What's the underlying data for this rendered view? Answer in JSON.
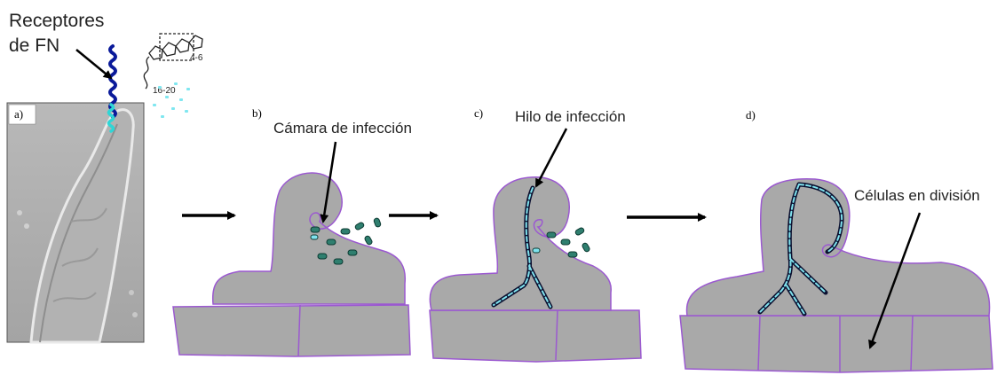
{
  "labels": {
    "receptores_line1": "Receptores",
    "receptores_line2": "de FN",
    "camara": "Cámara de infección",
    "hilo": "Hilo de infección",
    "celulas": "Células en división"
  },
  "panels": {
    "a": "a)",
    "b": "b)",
    "c": "c)",
    "d": "d)"
  },
  "molecule": {
    "chain_length": "16-20",
    "ring_count": "4-6"
  },
  "colors": {
    "tissue_fill": "#a9a9a9",
    "tissue_outline": "#9b59d0",
    "bacteria_green": "#2f7f6f",
    "bacteria_cyan": "#7fe3ee",
    "receptor_blue": "#0a1a9a",
    "receptor_cyan": "#2fd6d6"
  }
}
